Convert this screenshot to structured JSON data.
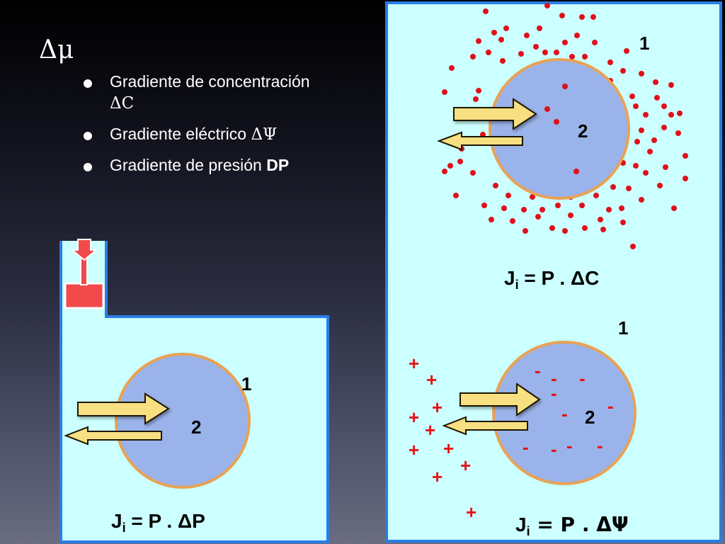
{
  "heading": "Δμ",
  "bullets": [
    {
      "text": "Gradiente de concentración",
      "symbol": "ΔC"
    },
    {
      "text": "Gradiente eléctrico ",
      "symbol": "ΔΨ"
    },
    {
      "text": "Gradiente de presión ",
      "bold": "DP"
    }
  ],
  "panel_concentration": {
    "outside_label": "1",
    "inside_label": "2",
    "equation_prefix": "J",
    "equation_sub": "i",
    "equation_rest": " = P . ΔC"
  },
  "panel_electric": {
    "outside_label": "1",
    "inside_label": "2",
    "equation_prefix": "J",
    "equation_sub": "i",
    "equation_rest": " = P . ΔΨ",
    "charge_plus": "+",
    "charge_minus": "-"
  },
  "panel_pressure": {
    "outside_label": "1",
    "inside_label": "2",
    "equation_prefix": "J",
    "equation_sub": "i",
    "equation_rest": " = P . ΔP"
  },
  "colors": {
    "panel_bg": "#ccffff",
    "panel_border": "#2a7de6",
    "cell_fill": "#9ab3ea",
    "cell_border": "#e8a254",
    "arrow_fill": "#f8e082",
    "arrow_border": "#1c1400",
    "dot": "#e0101a",
    "charge_red": "#e61414",
    "piston": "#f04a4a"
  }
}
